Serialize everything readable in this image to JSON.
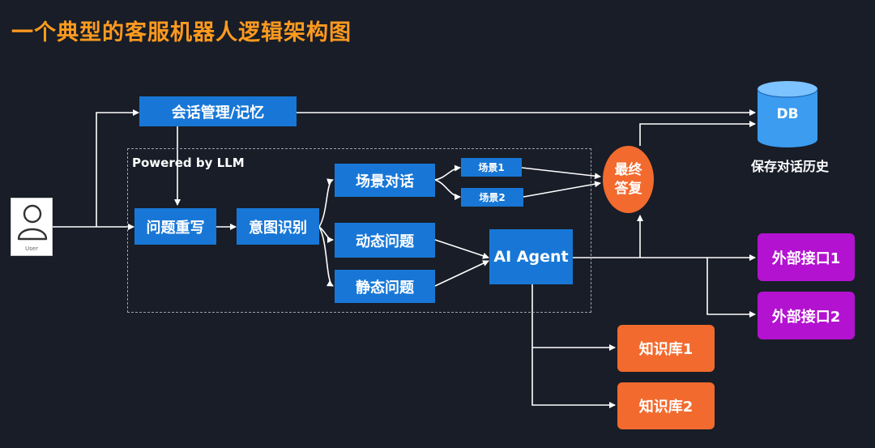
{
  "title": "一个典型的客服机器人逻辑架构图",
  "user": {
    "label": "User",
    "icon": "user-icon"
  },
  "session": {
    "label": "会话管理/记忆"
  },
  "llm_region": {
    "label": "Powered by LLM"
  },
  "rewrite": {
    "label": "问题重写"
  },
  "intent": {
    "label": "意图识别"
  },
  "scene_dialog": {
    "label": "场景对话"
  },
  "scene1": {
    "label": "场景1"
  },
  "scene2": {
    "label": "场景2"
  },
  "dynamic": {
    "label": "动态问题"
  },
  "static": {
    "label": "静态问题"
  },
  "agent": {
    "label": "AI Agent"
  },
  "final": {
    "line1": "最终",
    "line2": "答复"
  },
  "db": {
    "label": "DB",
    "caption": "保存对话历史",
    "icon": "database-icon"
  },
  "api1": {
    "label": "外部接口1"
  },
  "api2": {
    "label": "外部接口2"
  },
  "kb1": {
    "label": "知识库1"
  },
  "kb2": {
    "label": "知识库2"
  },
  "colors": {
    "blue": "#1877d6",
    "orange": "#f26a2e",
    "purple": "#b312d0",
    "title": "#ff9a1f",
    "background": "#181d27"
  }
}
